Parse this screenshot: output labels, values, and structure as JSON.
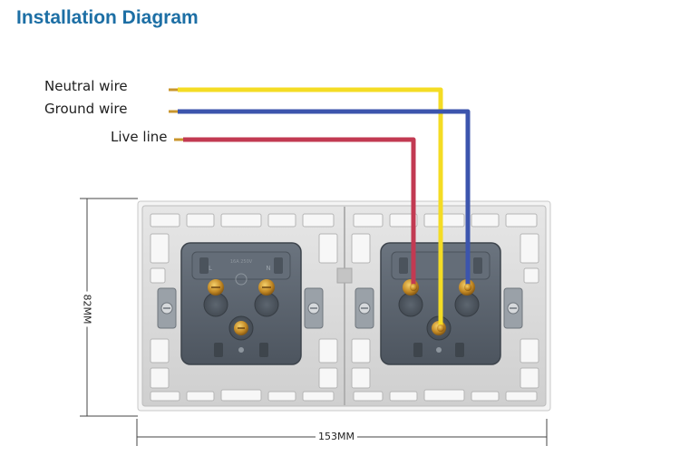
{
  "title": "Installation Diagram",
  "wires": {
    "neutral": {
      "label": "Neutral wire",
      "color": "#f4dc24"
    },
    "ground": {
      "label": "Ground wire",
      "color": "#3c55ad"
    },
    "live": {
      "label": "Live line",
      "color": "#c23a52"
    }
  },
  "dimensions": {
    "width": "153MM",
    "height": "82MM"
  },
  "socket_markings": {
    "left_terminal": "L",
    "right_terminal": "N",
    "top_text": "16A 250V"
  },
  "colors": {
    "title": "#1d6fa5",
    "frame": "#d9d9d9",
    "socket_body": "#5b6470",
    "terminal": "#c7952e"
  }
}
